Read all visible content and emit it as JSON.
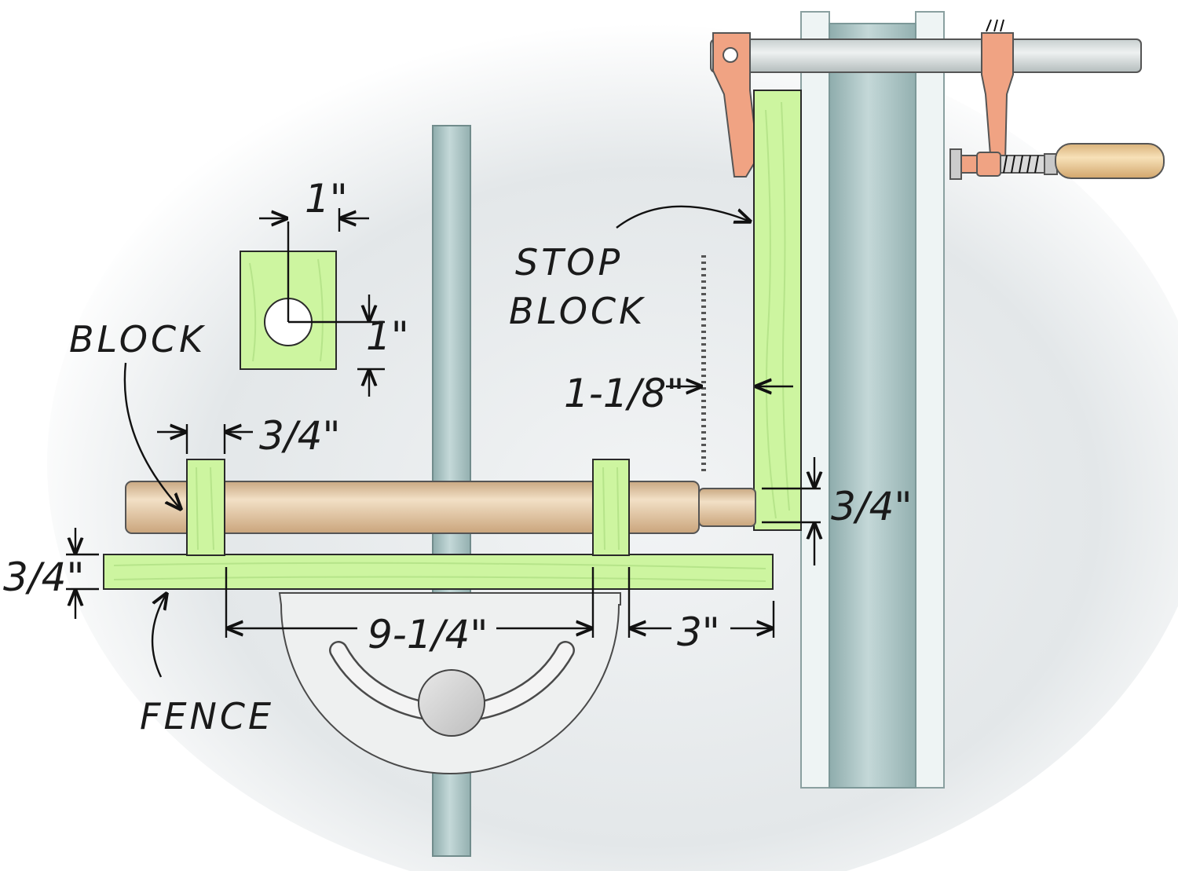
{
  "labels": {
    "block": "BLOCK",
    "stop_block_line1": "STOP",
    "stop_block_line2": "BLOCK",
    "fence": "FENCE"
  },
  "dimensions": {
    "block_hole_x": "1\"",
    "block_hole_y": "1\"",
    "block_width": "3/4\"",
    "stop_block_offset": "1-1/8\"",
    "stop_block_thickness": "3/4\"",
    "fence_thickness": "3/4\"",
    "block_spacing": "9-1/4\"",
    "fence_overhang": "3\""
  },
  "colors": {
    "wood_green": "#cdf5a0",
    "dowel_tan": "#e4c9a6",
    "column_gray": "#a9c2c2",
    "clamp_copper": "#e8987a",
    "handle_tan": "#efcf9c"
  }
}
